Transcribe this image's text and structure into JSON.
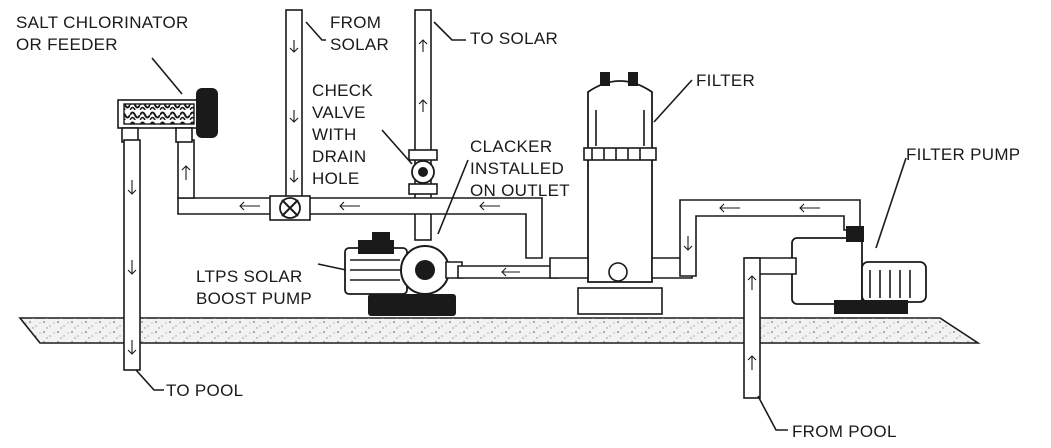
{
  "labels": {
    "salt_chlorinator": [
      "SALT CHLORINATOR",
      "OR FEEDER"
    ],
    "from_solar": [
      "FROM",
      "SOLAR"
    ],
    "to_solar": "TO SOLAR",
    "check_valve": [
      "CHECK",
      "VALVE",
      "WITH",
      "DRAIN",
      "HOLE"
    ],
    "clacker": [
      "CLACKER",
      "INSTALLED",
      "ON OUTLET"
    ],
    "filter": "FILTER",
    "filter_pump": "FILTER PUMP",
    "ltps_pump": [
      "LTPS SOLAR",
      "BOOST PUMP"
    ],
    "to_pool": "TO POOL",
    "from_pool": "FROM POOL"
  },
  "colors": {
    "ink": "#1a1a1a",
    "ground_fill": "#f2f2f2",
    "background": "#ffffff"
  }
}
